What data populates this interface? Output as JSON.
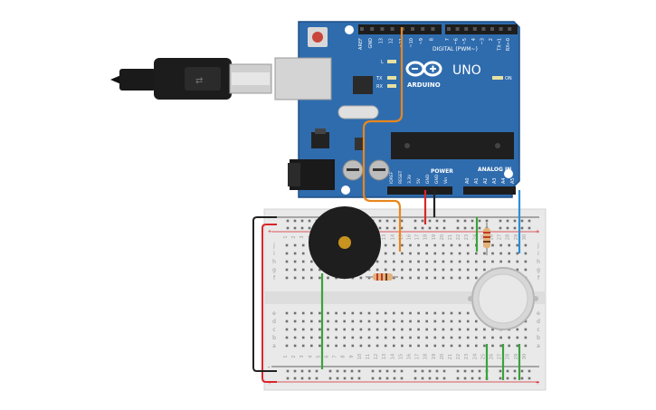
{
  "board": {
    "brand_label": "ARDUINO",
    "model_label": "UNO",
    "digital_label": "DIGITAL (PWM~)",
    "power_label": "POWER",
    "analog_label": "ANALOG IN",
    "led_l": "L",
    "led_tx": "TX",
    "led_rx": "RX",
    "on_label": "ON",
    "digital_pins": [
      "AREF",
      "GND",
      "13",
      "12",
      "~11",
      "~10",
      "~9",
      "8",
      "7",
      "~6",
      "~5",
      "4",
      "~3",
      "2",
      "TX→1",
      "RX←0"
    ],
    "power_pins": [
      "IOREF",
      "RESET",
      "3.3V",
      "5V",
      "GND",
      "GND",
      "Vin"
    ],
    "analog_pins": [
      "A0",
      "A1",
      "A2",
      "A3",
      "A4",
      "A5"
    ]
  },
  "breadboard": {
    "row_letters_top": [
      "j",
      "i",
      "h",
      "g",
      "f"
    ],
    "row_letters_bottom": [
      "e",
      "d",
      "c",
      "b",
      "a"
    ],
    "columns": [
      "1",
      "2",
      "3",
      "4",
      "5",
      "6",
      "7",
      "8",
      "9",
      "10",
      "11",
      "12",
      "13",
      "14",
      "15",
      "16",
      "17",
      "18",
      "19",
      "20",
      "21",
      "22",
      "23",
      "24",
      "25",
      "26",
      "27",
      "28",
      "29",
      "30"
    ],
    "rail_plus": "+",
    "rail_minus": "-"
  },
  "components": [
    "piezo-buzzer",
    "resistor-buzzer",
    "resistor-sensor",
    "gas-sensor",
    "usb-cable"
  ],
  "colors": {
    "board": "#2f6cae",
    "board_dark": "#1f4f86",
    "wire_orange": "#e8871e",
    "wire_red": "#d9262b",
    "wire_black": "#222222",
    "wire_blue": "#2b8fd6",
    "wire_green": "#3aa33a",
    "breadboard": "#e9e9e9"
  }
}
